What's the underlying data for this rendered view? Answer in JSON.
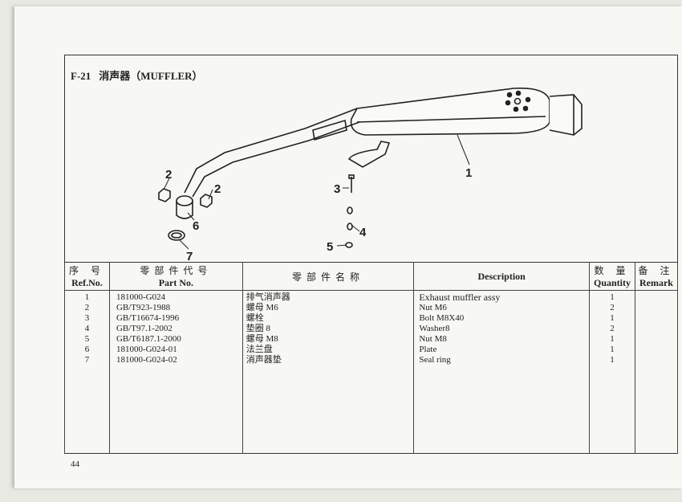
{
  "header": {
    "code": "F-21",
    "title": "消声器（MUFFLER）"
  },
  "callouts": [
    "1",
    "2",
    "2",
    "3",
    "4",
    "5",
    "6",
    "7"
  ],
  "table": {
    "columns": [
      {
        "cn": "序 号",
        "en": "Ref.No."
      },
      {
        "cn": "零部件代号",
        "en": "Part No."
      },
      {
        "cn": "零部件名称",
        "en": ""
      },
      {
        "cn": "",
        "en": "Description"
      },
      {
        "cn": "数 量",
        "en": "Quantity"
      },
      {
        "cn": "备 注",
        "en": "Remark"
      }
    ],
    "rows": [
      {
        "ref": "1",
        "part": "181000-G024",
        "name": "排气消声器",
        "desc": "Exhaust muffler assy",
        "qty": "1"
      },
      {
        "ref": "2",
        "part": "GB/T923-1988",
        "name": "螺母 M6",
        "desc": "Nut M6",
        "qty": "2"
      },
      {
        "ref": "3",
        "part": "GB/T16674-1996",
        "name": "螺栓",
        "desc": "Bolt M8X40",
        "qty": "1"
      },
      {
        "ref": "4",
        "part": "GB/T97.1-2002",
        "name": "垫圈 8",
        "desc": "Washer8",
        "qty": "2"
      },
      {
        "ref": "5",
        "part": "GB/T6187.1-2000",
        "name": "螺母 M8",
        "desc": "Nut M8",
        "qty": "1"
      },
      {
        "ref": "6",
        "part": "181000-G024-01",
        "name": "法兰盘",
        "desc": "Plate",
        "qty": "1"
      },
      {
        "ref": "7",
        "part": "181000-G024-02",
        "name": "消声器垫",
        "desc": "Seal ring",
        "qty": "1"
      }
    ]
  },
  "page_number": "44"
}
